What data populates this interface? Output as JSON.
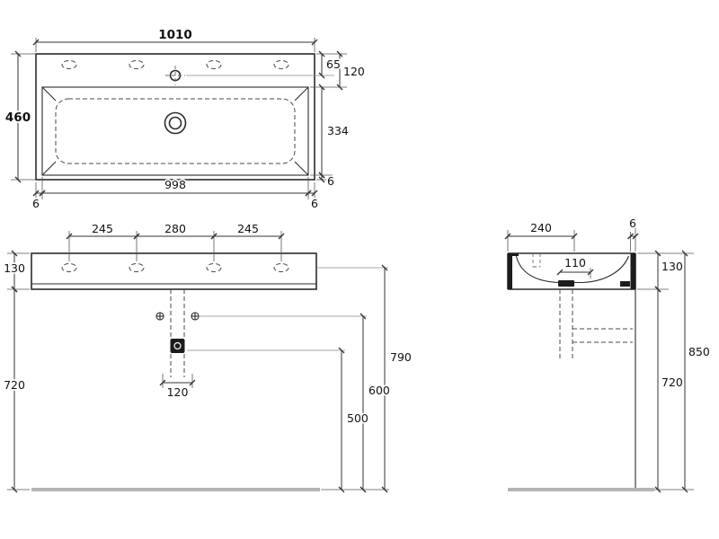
{
  "drawing": {
    "type": "technical-drawing",
    "subject": "wall-hung washbasin: plan, front and side views with millimetre dimensions",
    "line_color": "#2b2b2b",
    "dim_color": "#333333",
    "floor_color": "#b5b5b5",
    "background": "#ffffff"
  },
  "plan": {
    "overall_width": "1010",
    "tap_hole_offset": "65",
    "deck_depth": "120",
    "overall_depth": "460",
    "bowl_length": "334",
    "rim_back": "6",
    "bowl_width": "998",
    "rim_left": "6",
    "rim_right": "6"
  },
  "front": {
    "tap_spacing_left": "245",
    "tap_spacing_center": "280",
    "tap_spacing_right": "245",
    "basin_height": "130",
    "height_under_basin": "720",
    "drain_offset": "120",
    "drain_height": "500",
    "bracket_height": "600",
    "tap_hole_height": "790"
  },
  "side": {
    "bowl_depth": "240",
    "rim_wall_gap": "6",
    "drain_to_wall": "110",
    "basin_height": "130",
    "overall_height": "850",
    "height_under_basin": "720"
  }
}
